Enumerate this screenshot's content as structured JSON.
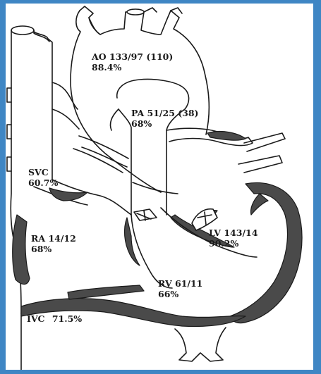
{
  "labels": {
    "ao": {
      "line1": "AO 133/97 (110)",
      "line2": "88.4%"
    },
    "pa": {
      "line1": "PA 51/25 (38)",
      "line2": "68%"
    },
    "svc": {
      "line1": "SVC",
      "line2": "60.7%"
    },
    "ra": {
      "line1": "RA 14/12",
      "line2": "68%"
    },
    "lv": {
      "line1": "LV 143/14",
      "line2": "90.2%"
    },
    "rv": {
      "line1": "RV 61/11",
      "line2": "66%"
    },
    "ivc": {
      "line1": "IVC",
      "line2": "71.5%"
    }
  },
  "colors": {
    "frame": "#3f86c4",
    "wall": "#4a4a4a",
    "outline": "#1a1a1a"
  }
}
